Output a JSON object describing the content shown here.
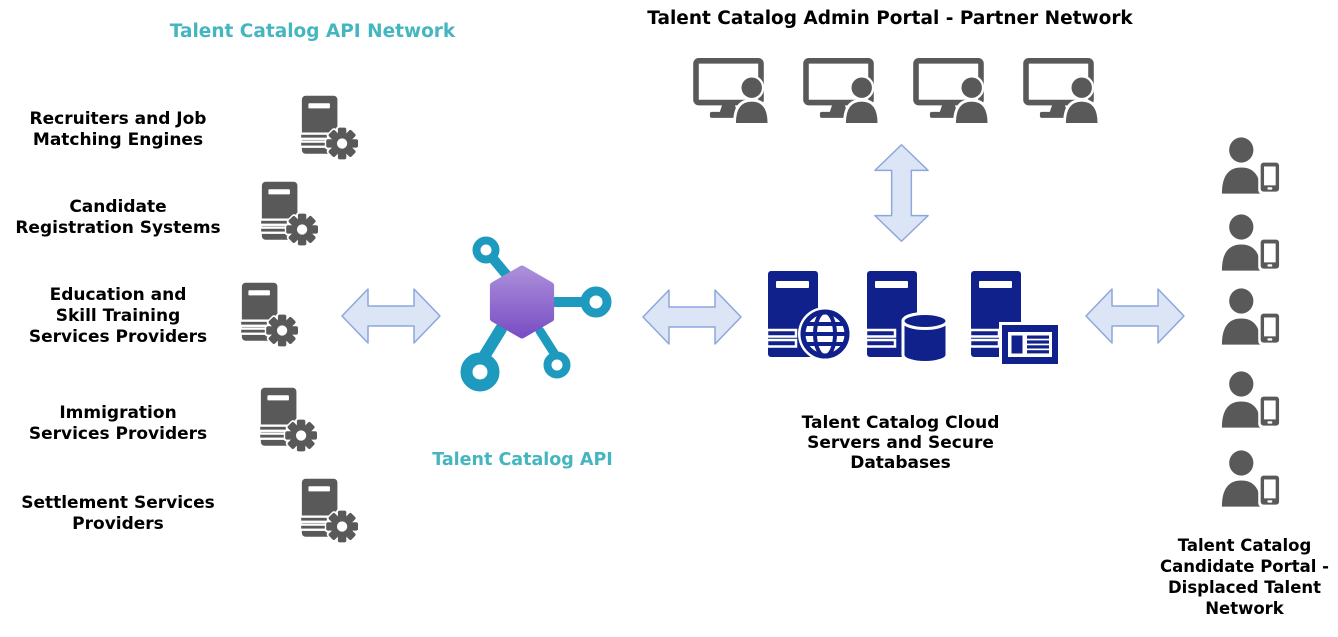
{
  "colors": {
    "accent_teal": "#45B6C0",
    "icon_gray": "#595959",
    "icon_navy": "#10218B",
    "arrow_fill": "#DBE5F6",
    "arrow_stroke": "#8CA7DB",
    "hex_gradient_top": "#AA8EDA",
    "hex_gradient_bottom": "#7B4FC4",
    "node_teal": "#1E9ABF",
    "text": "#000000",
    "background": "#FFFFFF"
  },
  "icons": {
    "partner_system": "server-gear-icon",
    "admin_workstation": "monitor-user-icon",
    "candidate_user": "user-smartphone-icon",
    "cloud_servers": [
      "server-globe-icon",
      "server-database-icon",
      "server-card-icon"
    ],
    "api_hub": "hexagon-network-icon",
    "link": "double-headed-arrow-icon"
  },
  "diagram": {
    "api_network": {
      "title": "Talent Catalog API Network",
      "items": [
        {
          "label": "Recruiters and Job\nMatching Engines"
        },
        {
          "label": "Candidate\nRegistration Systems"
        },
        {
          "label": "Education and\nSkill Training\nServices Providers"
        },
        {
          "label": "Immigration\nServices Providers"
        },
        {
          "label": "Settlement Services\nProviders"
        }
      ]
    },
    "api_hub": {
      "label": "Talent Catalog API"
    },
    "admin_portal": {
      "title": "Talent Catalog Admin Portal - Partner Network",
      "workstations": 4
    },
    "cloud": {
      "label": "Talent Catalog Cloud\nServers and Secure\nDatabases",
      "servers": 3
    },
    "candidate_portal": {
      "label": "Talent Catalog\nCandidate Portal -\nDisplaced Talent\nNetwork",
      "users": 5
    }
  }
}
